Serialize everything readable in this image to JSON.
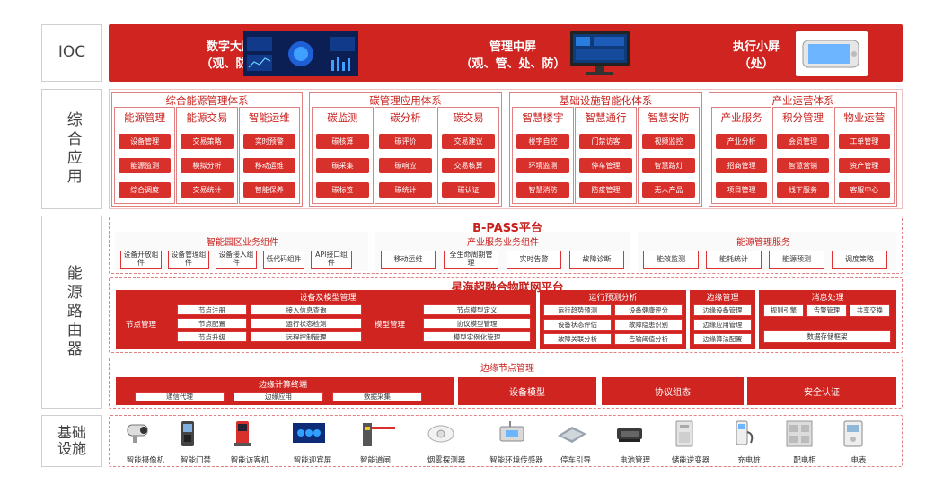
{
  "rails": {
    "ioc": "IOC",
    "app": "综合应用",
    "router": "能源路由器",
    "base": "基础设施"
  },
  "ioc": {
    "big": {
      "t1": "数字大屏",
      "t2": "（观、防）"
    },
    "mid": {
      "t1": "管理中屏",
      "t2": "（观、管、处、防）"
    },
    "small": {
      "t1": "执行小屏",
      "t2": "（处）"
    }
  },
  "app": {
    "g1": {
      "title": "综合能源管理体系",
      "cols": [
        {
          "h": "能源管理",
          "items": [
            "设备管理",
            "能源监测",
            "综合调度"
          ]
        },
        {
          "h": "能源交易",
          "items": [
            "交易策略",
            "模拟分析",
            "交易统计"
          ]
        },
        {
          "h": "智能运维",
          "items": [
            "实时预警",
            "移动运维",
            "智能保养"
          ]
        }
      ]
    },
    "g2": {
      "title": "碳管理应用体系",
      "cols": [
        {
          "h": "碳监测",
          "items": [
            "碳核算",
            "碳采集",
            "碳标签"
          ]
        },
        {
          "h": "碳分析",
          "items": [
            "碳评价",
            "碳响应",
            "碳统计"
          ]
        },
        {
          "h": "碳交易",
          "items": [
            "交易建议",
            "交易核算",
            "碳认证"
          ]
        }
      ]
    },
    "g3": {
      "title": "基础设施智能化体系",
      "cols": [
        {
          "h": "智慧楼宇",
          "items": [
            "楼宇自控",
            "环境监测",
            "智慧消防"
          ]
        },
        {
          "h": "智慧通行",
          "items": [
            "门禁访客",
            "停车管理",
            "防疫管理"
          ]
        },
        {
          "h": "智慧安防",
          "items": [
            "视频监控",
            "智慧路灯",
            "无人产品"
          ]
        }
      ]
    },
    "g4": {
      "title": "产业运营体系",
      "cols": [
        {
          "h": "产业服务",
          "items": [
            "产业分析",
            "招商管理",
            "项目管理"
          ]
        },
        {
          "h": "积分管理",
          "items": [
            "会员管理",
            "智慧营销",
            "线下服务"
          ]
        },
        {
          "h": "物业运营",
          "items": [
            "工单管理",
            "资产管理",
            "客服中心"
          ]
        }
      ]
    }
  },
  "bpass": {
    "title": "B-PASS平台",
    "park": {
      "title": "智能园区业务组件",
      "items": [
        "设备开放组件",
        "设备管理组件",
        "设备接入组件",
        "低代码组件",
        "API接口组件"
      ]
    },
    "ind": {
      "title": "产业服务业务组件",
      "items": [
        "移动运维",
        "全生命周期管理",
        "实时告警",
        "故障诊断"
      ]
    },
    "energy": {
      "title": "能源管理服务",
      "items": [
        "能效监测",
        "能耗统计",
        "能源预测",
        "调度策略"
      ]
    }
  },
  "iot": {
    "title": "星海超融合物联网平台",
    "model": {
      "title": "设备及模型管理",
      "node_label": "节点管理",
      "node": [
        "节点注册",
        "节点配置",
        "节点升级"
      ],
      "access": [
        "接入信息查询",
        "运行状态检测",
        "远程控制管理"
      ],
      "model_label": "模型管理",
      "models": [
        "节点模型定义",
        "协议模型管理",
        "模型实例化管理"
      ]
    },
    "pred": {
      "title": "运行预测分析",
      "a": [
        "运行趋势预测",
        "设备状态评估",
        "故障关联分析"
      ],
      "b": [
        "设备健康评分",
        "故障隐患识别",
        "告输阈值分析"
      ]
    },
    "edge": {
      "title": "边缘管理",
      "items": [
        "边缘设备管理",
        "边缘应用管理",
        "边缘算法配置"
      ]
    },
    "msg": {
      "title": "消息处理",
      "items": [
        "规则引擎",
        "告警管理",
        "共享交换"
      ],
      "store": "数据存储框架"
    }
  },
  "edge_node": {
    "title": "边缘节点管理",
    "term": {
      "title": "边缘计算终端",
      "items": [
        "通信代理",
        "边缘应用",
        "数据采集"
      ]
    },
    "others": [
      "设备模型",
      "协议组态",
      "安全认证"
    ]
  },
  "devices": [
    "智能摄像机",
    "智能门禁",
    "智能访客机",
    "智能迎宾屏",
    "智能道闸",
    "烟雾探测器",
    "智能环境传感器",
    "停车引导",
    "电池管理",
    "储能逆变器",
    "充电桩",
    "配电柜",
    "电表"
  ]
}
